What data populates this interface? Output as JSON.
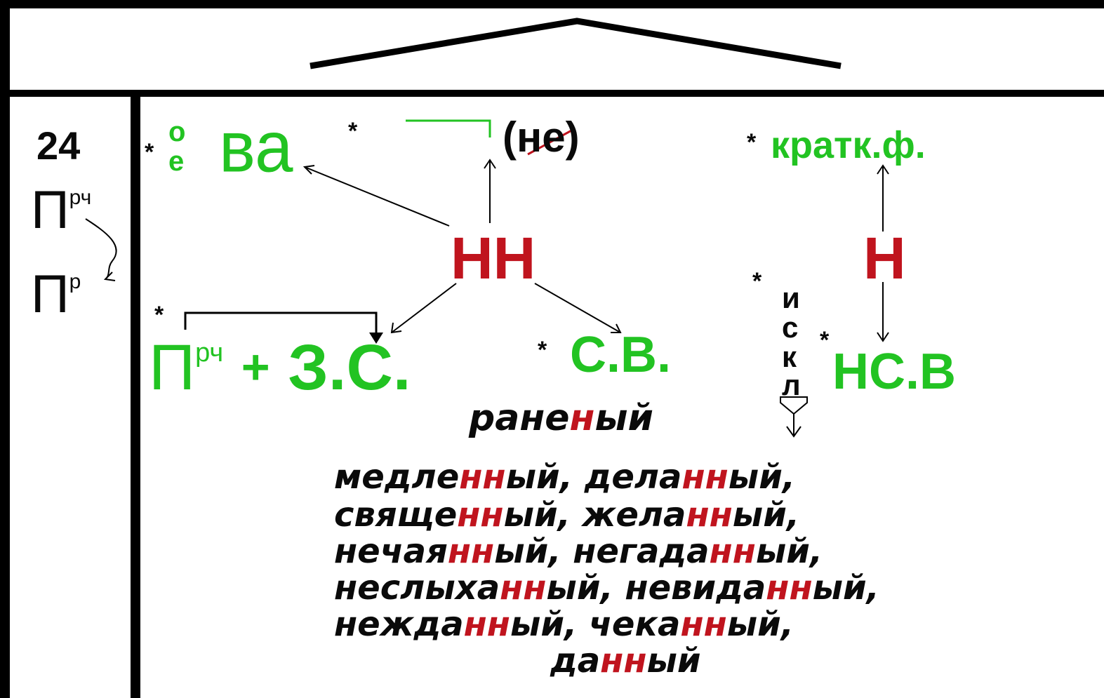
{
  "left_column": {
    "number": "24",
    "prch": "П",
    "prch_sup": "рч",
    "pr": "П",
    "pr_sup": "р"
  },
  "stars": {
    "ova": "*",
    "ne_bracket": "*",
    "kratk": "*",
    "prch_zs": "*",
    "sv": "*",
    "iskl": "*",
    "nsv": "*"
  },
  "ova": {
    "o": "о",
    "e": "е",
    "va": "ва"
  },
  "ne": "(не)",
  "kratk": "кратк.ф.",
  "nn": "НН",
  "n": "Н",
  "prch_zs": {
    "p": "П",
    "sup": "рч",
    "plus": "+",
    "zs": "З.С."
  },
  "sv": "С.В.",
  "nsv": "НС.В",
  "iskl": [
    "и",
    "с",
    "к",
    "л"
  ],
  "ranenyi": {
    "before": "ране",
    "red": "н",
    "after": "ый"
  },
  "exceptions": {
    "line1": [
      {
        "t": "медле"
      },
      {
        "t": "нн",
        "red": true
      },
      {
        "t": "ый, дела"
      },
      {
        "t": "нн",
        "red": true
      },
      {
        "t": "ый,"
      }
    ],
    "line2": [
      {
        "t": "свяще"
      },
      {
        "t": "нн",
        "red": true
      },
      {
        "t": "ый, жела"
      },
      {
        "t": "нн",
        "red": true
      },
      {
        "t": "ый,"
      }
    ],
    "line3": [
      {
        "t": "нечая"
      },
      {
        "t": "нн",
        "red": true
      },
      {
        "t": "ый, негада"
      },
      {
        "t": "нн",
        "red": true
      },
      {
        "t": "ый,"
      }
    ],
    "line4": [
      {
        "t": "неслыха"
      },
      {
        "t": "нн",
        "red": true
      },
      {
        "t": "ый, невида"
      },
      {
        "t": "нн",
        "red": true
      },
      {
        "t": "ый,"
      }
    ],
    "line5": [
      {
        "t": "нежда"
      },
      {
        "t": "нн",
        "red": true
      },
      {
        "t": "ый, чека"
      },
      {
        "t": "нн",
        "red": true
      },
      {
        "t": "ый,"
      }
    ],
    "line6": [
      {
        "t": "да"
      },
      {
        "t": "нн",
        "red": true
      },
      {
        "t": "ый"
      }
    ]
  },
  "colors": {
    "green": "#22c322",
    "red": "#c0141e",
    "black": "#0a0a0a"
  }
}
